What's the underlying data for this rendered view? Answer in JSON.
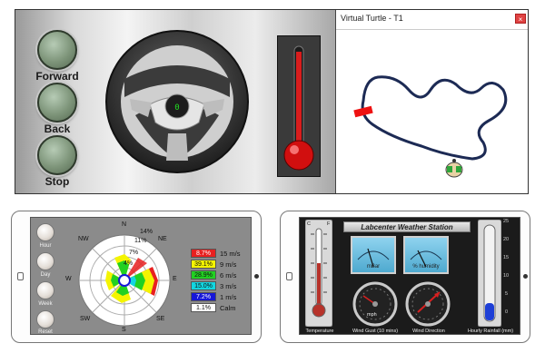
{
  "controls": {
    "forward_label": "Forward",
    "back_label": "Back",
    "stop_label": "Stop",
    "speed_readout": "0"
  },
  "turtle_window": {
    "title": "Virtual Turtle - T1",
    "close_glyph": "×"
  },
  "wind_rose": {
    "buttons": [
      "Hour",
      "Day",
      "Week",
      "Reset"
    ],
    "compass": {
      "n": "N",
      "ne": "NE",
      "e": "E",
      "se": "SE",
      "s": "S",
      "sw": "SW",
      "w": "W",
      "nw": "NW"
    },
    "ring_labels": [
      "14%",
      "11%",
      "7%",
      "4%"
    ],
    "legend": [
      {
        "pct": "8.7%",
        "speed": "15 m/s",
        "color": "#e82020"
      },
      {
        "pct": "39.1%",
        "speed": "9 m/s",
        "color": "#f4f400"
      },
      {
        "pct": "28.9%",
        "speed": "6 m/s",
        "color": "#22d022"
      },
      {
        "pct": "15.0%",
        "speed": "3 m/s",
        "color": "#12d6e0"
      },
      {
        "pct": "7.2%",
        "speed": "1 m/s",
        "color": "#1616d8"
      },
      {
        "pct": "1.1%",
        "speed": "Calm",
        "color": "#ffffff"
      }
    ]
  },
  "weather_station": {
    "title": "Labcenter Weather Station",
    "meter_pressure_label": "mBar",
    "meter_humidity_label": "% humidity",
    "gauge_gust_unit": "mph",
    "thermometer_scale_c": "C",
    "thermometer_scale_f": "F",
    "rain_scale": [
      "25",
      "20",
      "15",
      "10",
      "5",
      "0"
    ],
    "captions": {
      "temperature": "Temperature",
      "wind_gust": "Wind Gust (10 mins)",
      "wind_direction": "Wind Direction",
      "rainfall": "Hourly Rainfall (mm)"
    }
  }
}
